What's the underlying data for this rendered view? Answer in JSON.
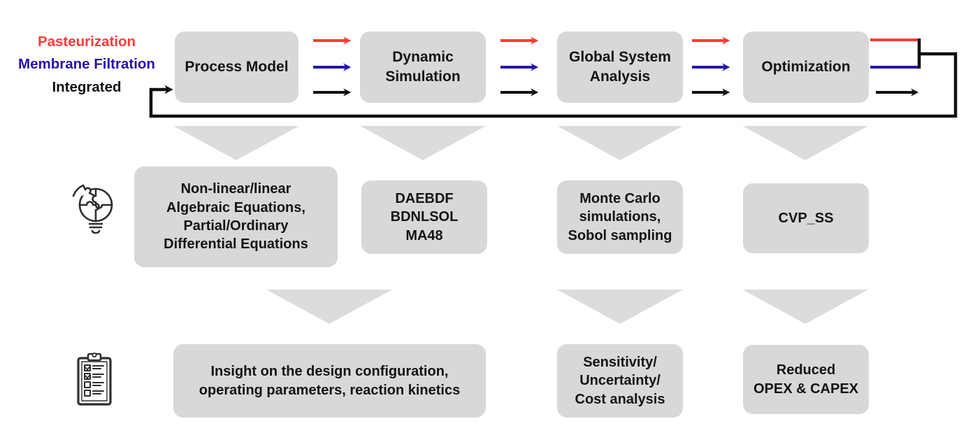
{
  "colors": {
    "red": "#fb3b3b",
    "blue": "#2614ad",
    "black": "#111111",
    "box_fill": "#d8d8d8",
    "triangle_fill": "#dcdcdc"
  },
  "legend": {
    "items": [
      {
        "id": "pasteurization",
        "label": "Pasteurization",
        "color": "#fb3b3b"
      },
      {
        "id": "membrane-filtration",
        "label": "Membrane Filtration",
        "color": "#2614ad"
      },
      {
        "id": "integrated",
        "label": "Integrated",
        "color": "#111111"
      }
    ]
  },
  "stages": [
    {
      "label": "Process Model"
    },
    {
      "label": "Dynamic\nSimulation"
    },
    {
      "label": "Global System\nAnalysis"
    },
    {
      "label": "Optimization"
    }
  ],
  "methods": [
    {
      "label": "Non-linear/linear\nAlgebraic Equations,\nPartial/Ordinary\nDifferential Equations"
    },
    {
      "label": "DAEBDF\nBDNLSOL\nMA48"
    },
    {
      "label": "Monte Carlo\nsimulations,\nSobol sampling"
    },
    {
      "label": "CVP_SS"
    }
  ],
  "outcomes": [
    {
      "label": "Insight on the design configuration,\noperating parameters, reaction kinetics"
    },
    {
      "label": "Sensitivity/\nUncertainty/\nCost analysis"
    },
    {
      "label": "Reduced\nOPEX & CAPEX"
    }
  ],
  "icons": {
    "methods_icon": "puzzle-lightbulb-icon",
    "outcomes_icon": "checklist-clipboard-icon"
  }
}
